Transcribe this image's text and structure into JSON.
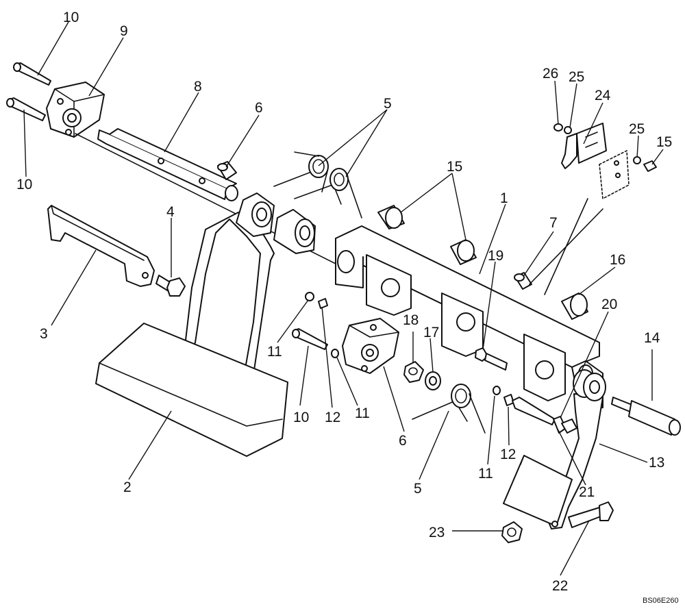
{
  "diagram": {
    "reference": "BS06E260",
    "callouts": [
      {
        "id": "c1",
        "text": "1"
      },
      {
        "id": "c2",
        "text": "2"
      },
      {
        "id": "c3",
        "text": "3"
      },
      {
        "id": "c4",
        "text": "4"
      },
      {
        "id": "c5a",
        "text": "5"
      },
      {
        "id": "c5b",
        "text": "5"
      },
      {
        "id": "c6a",
        "text": "6"
      },
      {
        "id": "c6b",
        "text": "6"
      },
      {
        "id": "c7",
        "text": "7"
      },
      {
        "id": "c8",
        "text": "8"
      },
      {
        "id": "c9",
        "text": "9"
      },
      {
        "id": "c10a",
        "text": "10"
      },
      {
        "id": "c10b",
        "text": "10"
      },
      {
        "id": "c10c",
        "text": "10"
      },
      {
        "id": "c11a",
        "text": "11"
      },
      {
        "id": "c11b",
        "text": "11"
      },
      {
        "id": "c11c",
        "text": "11"
      },
      {
        "id": "c12a",
        "text": "12"
      },
      {
        "id": "c12b",
        "text": "12"
      },
      {
        "id": "c13",
        "text": "13"
      },
      {
        "id": "c14",
        "text": "14"
      },
      {
        "id": "c15a",
        "text": "15"
      },
      {
        "id": "c15b",
        "text": "15"
      },
      {
        "id": "c16",
        "text": "16"
      },
      {
        "id": "c17",
        "text": "17"
      },
      {
        "id": "c18",
        "text": "18"
      },
      {
        "id": "c19",
        "text": "19"
      },
      {
        "id": "c20",
        "text": "20"
      },
      {
        "id": "c21",
        "text": "21"
      },
      {
        "id": "c22",
        "text": "22"
      },
      {
        "id": "c23",
        "text": "23"
      },
      {
        "id": "c24",
        "text": "24"
      },
      {
        "id": "c25a",
        "text": "25"
      },
      {
        "id": "c25b",
        "text": "25"
      },
      {
        "id": "c26",
        "text": "26"
      }
    ]
  }
}
